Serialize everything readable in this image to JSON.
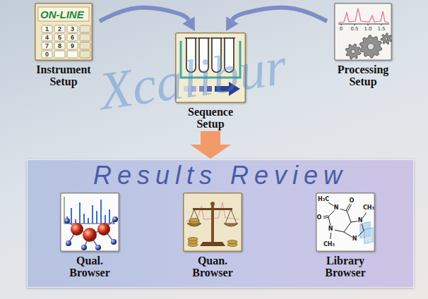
{
  "diagram": {
    "nodes": [
      {
        "text": [
          "Instrument Setup"
        ]
      },
      {
        "text": [
          "Sequence Setup"
        ]
      },
      {
        "text": [
          "Processing Setup"
        ]
      },
      {
        "text": [
          "Results Review"
        ]
      },
      {
        "text": [
          "Qual. Browser"
        ],
        "in": 3
      },
      {
        "text": [
          "Quan. Browser"
        ],
        "in": 3
      },
      {
        "text": [
          "Library Browser"
        ],
        "in": 3
      }
    ],
    "edges": [
      {
        "from": 0,
        "to": 1,
        "arrow": "to"
      },
      {
        "from": 2,
        "to": 1,
        "arrow": "to"
      },
      {
        "from": 1,
        "to": 3,
        "arrow": "to"
      }
    ],
    "labels": [
      "ON-LINE",
      "1",
      "2",
      "3",
      "4",
      "5",
      "6",
      "7",
      "8",
      "9",
      "0",
      "0",
      "0.5",
      "1.0",
      "1.5",
      "H₃C",
      "N",
      "O",
      "CH₃",
      "N",
      "O",
      "N",
      "N",
      "CH₃",
      "Xcalibur"
    ]
  }
}
